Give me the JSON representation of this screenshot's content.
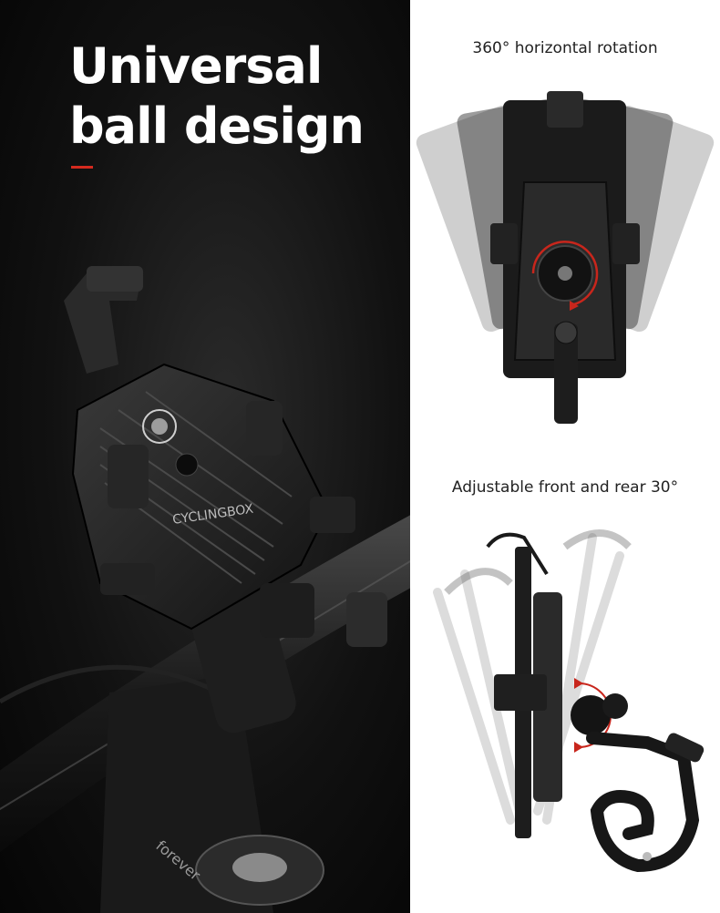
{
  "headline": {
    "line1": "Universal",
    "line2": "ball design"
  },
  "captions": {
    "rotation": "360° horizontal rotation",
    "tilt": "Adjustable front and rear 30°"
  },
  "colors": {
    "accent": "#d42a1e",
    "dark_bg": "#0a0a0a",
    "arrow": "#c8261c"
  }
}
